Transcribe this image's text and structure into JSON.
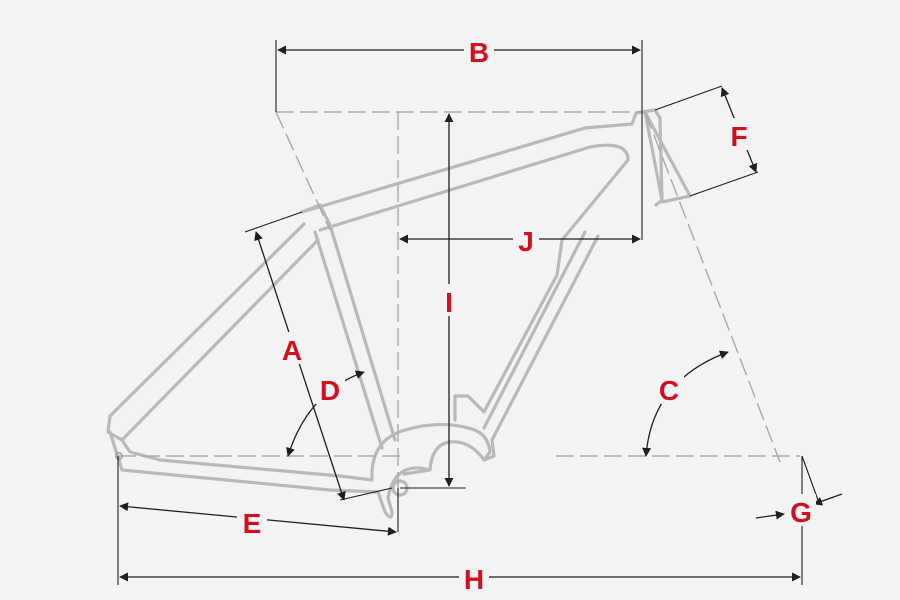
{
  "diagram": {
    "labels": {
      "A": "A",
      "B": "B",
      "C": "C",
      "D": "D",
      "E": "E",
      "F": "F",
      "G": "G",
      "H": "H",
      "I": "I",
      "J": "J"
    },
    "colors": {
      "background": "#f3f3f3",
      "frame": "#b9b9b9",
      "guide": "#a9a9a9",
      "dimension": "#1f1f1f",
      "label": "#d0101e"
    }
  }
}
